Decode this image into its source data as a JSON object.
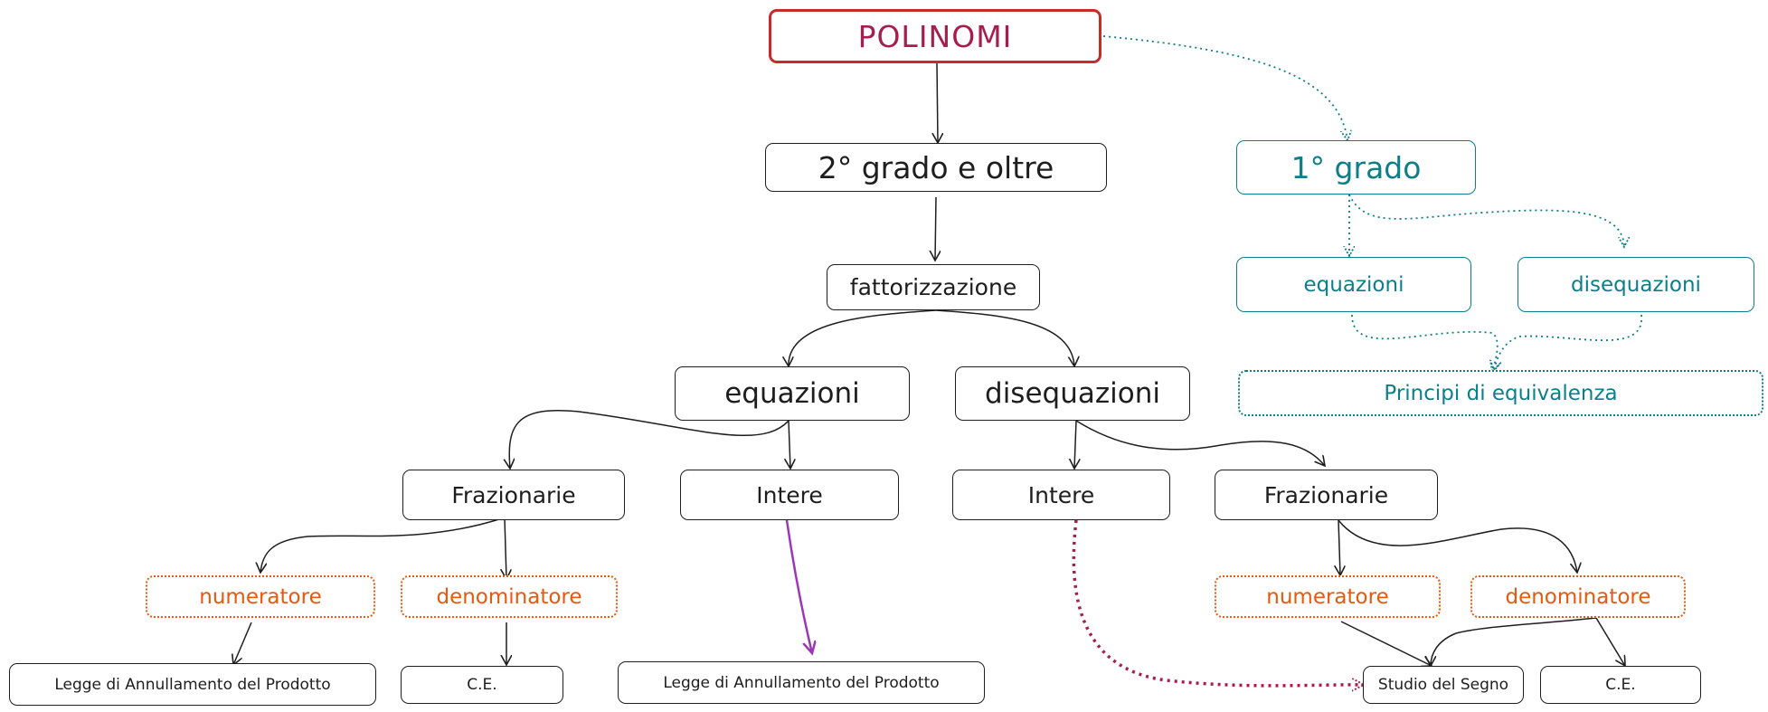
{
  "nodes": {
    "polinomi": "POLINOMI",
    "secondo_grado": "2° grado e oltre",
    "primo_grado": "1° grado",
    "fattorizzazione": "fattorizzazione",
    "equazioni_main": "equazioni",
    "disequazioni_main": "disequazioni",
    "equazioni_primo": "equazioni",
    "disequazioni_primo": "disequazioni",
    "principi": "Principi di equivalenza",
    "eq_frazionarie": "Frazionarie",
    "eq_intere": "Intere",
    "dis_intere": "Intere",
    "dis_frazionarie": "Frazionarie",
    "eq_numeratore": "numeratore",
    "eq_denominatore": "denominatore",
    "dis_numeratore": "numeratore",
    "dis_denominatore": "denominatore",
    "legge_1": "Legge di Annullamento del Prodotto",
    "ce_1": "C.E.",
    "legge_2": "Legge di Annullamento del Prodotto",
    "studio_segno": "Studio del Segno",
    "ce_2": "C.E."
  },
  "colors": {
    "ink": "#1e1e1e",
    "root_border": "#c92a2a",
    "root_text": "#a61e4d",
    "teal": "#0c7f8a",
    "orange": "#e8590c",
    "purple": "#9c36b5",
    "magenta": "#a61e4d"
  }
}
